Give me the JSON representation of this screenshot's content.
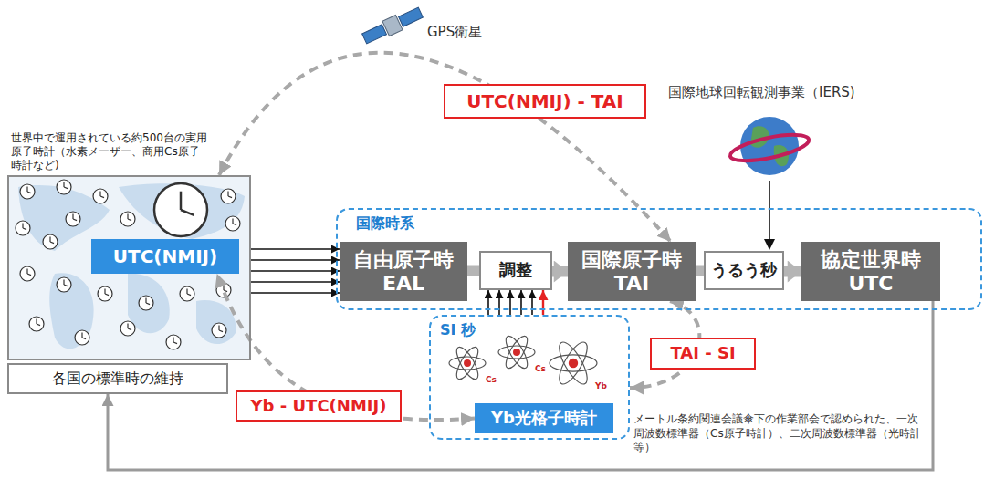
{
  "diagram": {
    "nodes": [
      {
        "text": [
          "世界中で運用されている約500台の実用原子時計（水素メーザー、商用Cs原子時計など)"
        ]
      },
      {
        "text": [
          "UTC(NMIJ)"
        ],
        "in": 0
      },
      {
        "text": [
          "各国の標準時の維持"
        ]
      },
      {
        "text": [
          "国際時系"
        ]
      },
      {
        "text": [
          "自由原子時",
          "EAL"
        ],
        "in": 3
      },
      {
        "text": [
          "調整"
        ],
        "in": 3
      },
      {
        "text": [
          "国際原子時",
          "TAI"
        ],
        "in": 3
      },
      {
        "text": [
          "うるう秒"
        ],
        "in": 3
      },
      {
        "text": [
          "協定世界時",
          "UTC"
        ],
        "in": 3
      },
      {
        "text": [
          "SI 秒"
        ]
      },
      {
        "text": [
          "Yb光格子時計"
        ],
        "in": 9
      },
      {
        "text": [
          "UTC(NMIJ) - TAI"
        ]
      },
      {
        "text": [
          "TAI - SI"
        ]
      },
      {
        "text": [
          "Yb - UTC(NMIJ)"
        ]
      }
    ],
    "edges": [
      {
        "from": 0,
        "to": 4,
        "arrow": "to"
      },
      {
        "from": 4,
        "to": 5,
        "arrow": "none"
      },
      {
        "from": 5,
        "to": 6,
        "arrow": "to"
      },
      {
        "from": 6,
        "to": 7,
        "arrow": "none"
      },
      {
        "from": 7,
        "to": 8,
        "arrow": "to"
      },
      {
        "from": 9,
        "to": 5,
        "arrow": "to"
      },
      {
        "from": 8,
        "to": 2,
        "arrow": "to"
      },
      {
        "from": 0,
        "to": 6,
        "arrow": "both"
      },
      {
        "from": 6,
        "to": 9,
        "arrow": "both"
      },
      {
        "from": 10,
        "to": 1,
        "arrow": "both"
      }
    ],
    "labels": [
      "GPS衛星",
      "国際地球回転観測事業（IERS)",
      "メートル条約関連会議傘下の作業部会で認められた、一次周波数標準器（Cs原子時計）、二次周波数標準器（光時計等）",
      "Cs",
      "Cs",
      "Yb"
    ]
  }
}
